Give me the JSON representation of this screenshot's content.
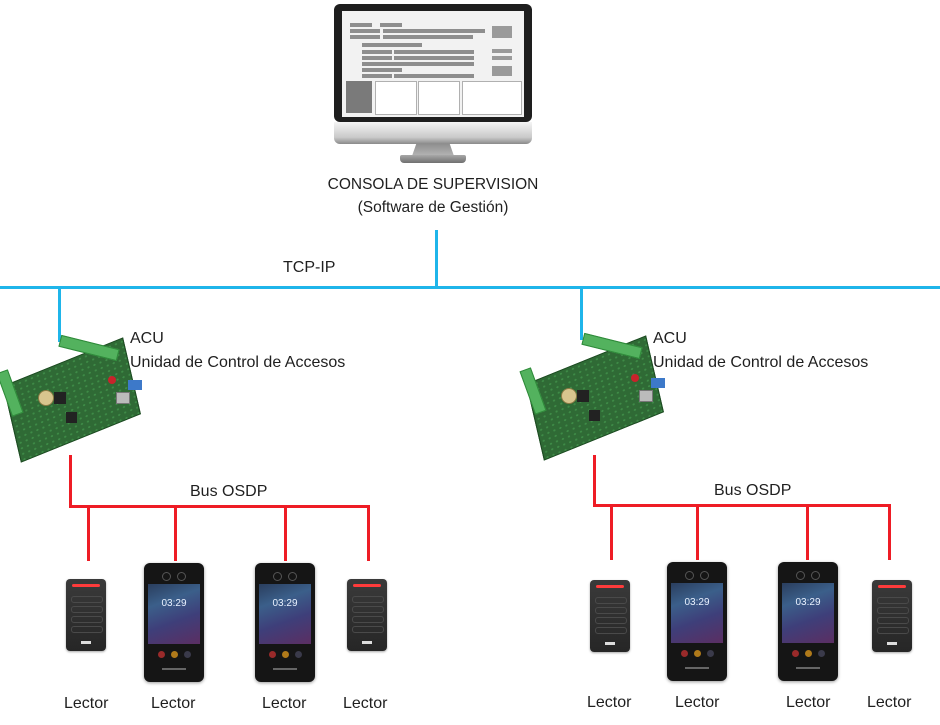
{
  "console": {
    "title": "CONSOLA DE SUPERVISION",
    "subtitle": "(Software de Gestión)",
    "icon": "monitor-icon"
  },
  "network": {
    "label": "TCP-IP",
    "color": "#1fb5ea"
  },
  "bus_color": "#ee1c25",
  "acus": [
    {
      "title": "ACU",
      "subtitle": "Unidad de Control de Accesos",
      "icon": "access-control-board-icon",
      "bus_label": "Bus OSDP",
      "readers": [
        {
          "label": "Lector",
          "type": "keypad-reader"
        },
        {
          "label": "Lector",
          "type": "face-terminal",
          "screen_time": "03:29"
        },
        {
          "label": "Lector",
          "type": "face-terminal",
          "screen_time": "03:29"
        },
        {
          "label": "Lector",
          "type": "keypad-reader"
        }
      ]
    },
    {
      "title": "ACU",
      "subtitle": "Unidad de Control de Accesos",
      "icon": "access-control-board-icon",
      "bus_label": "Bus OSDP",
      "readers": [
        {
          "label": "Lector",
          "type": "keypad-reader"
        },
        {
          "label": "Lector",
          "type": "face-terminal",
          "screen_time": "03:29"
        },
        {
          "label": "Lector",
          "type": "face-terminal",
          "screen_time": "03:29"
        },
        {
          "label": "Lector",
          "type": "keypad-reader"
        }
      ]
    }
  ]
}
